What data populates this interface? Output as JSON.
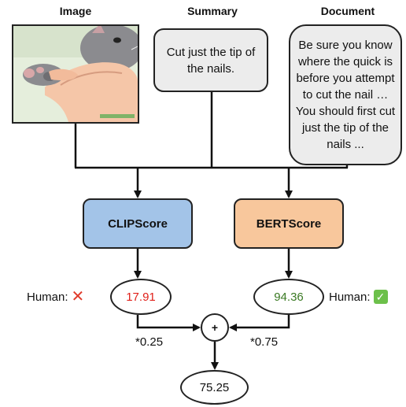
{
  "headers": {
    "image": "Image",
    "summary": "Summary",
    "document": "Document"
  },
  "summary_text": "Cut just the tip of the nails.",
  "document_text": "Be sure you know where the quick is before you attempt to cut the nail … You should first cut just the tip of the nails ...",
  "clipscore": {
    "label": "CLIPScore",
    "value": "17.91",
    "color": "#a3c4e8",
    "value_color": "#e0201a"
  },
  "bertscore": {
    "label": "BERTScore",
    "value": "94.36",
    "color": "#f8c79c",
    "value_color": "#3b7a24"
  },
  "human_label_left": "Human:",
  "human_label_right": "Human:",
  "icons": {
    "left_judgement": "cross-mark-icon",
    "right_judgement": "check-mark-icon"
  },
  "combine_symbol": "+",
  "weight_left": "*0.25",
  "weight_right": "*0.75",
  "final_score": "75.25"
}
